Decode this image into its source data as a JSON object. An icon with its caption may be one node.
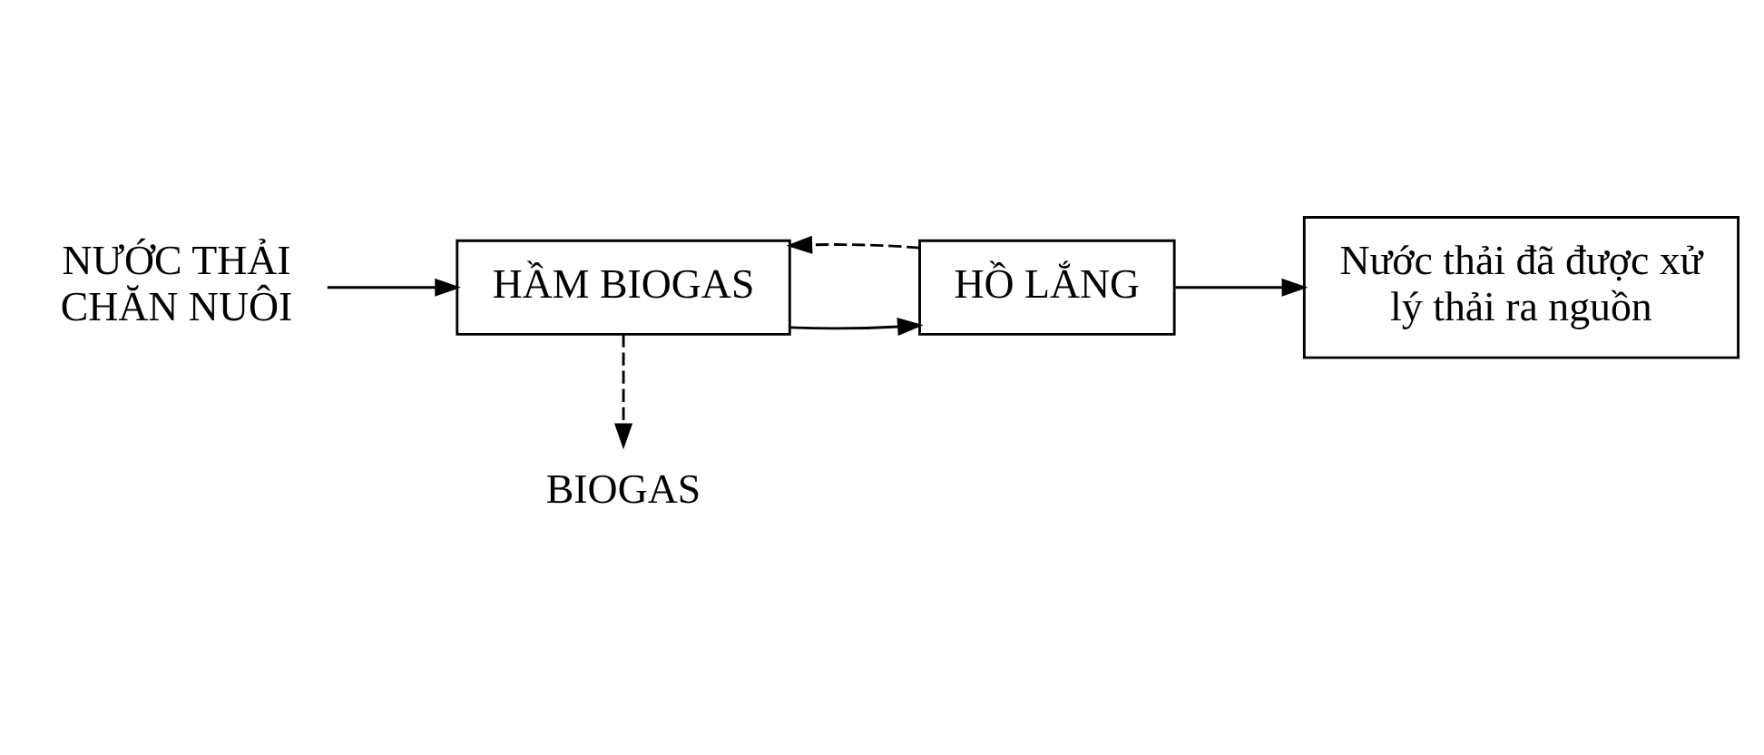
{
  "diagram": {
    "nodes": [
      {
        "text": [
          "NƯỚC THẢI CHĂN NUÔI"
        ]
      },
      {
        "text": [
          "HẦM BIOGAS"
        ]
      },
      {
        "text": [
          "BIOGAS"
        ]
      },
      {
        "text": [
          "HỒ LẮNG"
        ]
      },
      {
        "text": [
          "Nước thải đã được xử lý thải ra nguồn"
        ]
      }
    ],
    "edges": [
      {
        "from": 0,
        "to": 1,
        "arrow": "to"
      },
      {
        "from": 1,
        "to": 2,
        "arrow": "to",
        "style": "dashed"
      },
      {
        "from": 1,
        "to": 3,
        "arrow": "to"
      },
      {
        "from": 3,
        "to": 4,
        "arrow": "to"
      },
      {
        "from": 3,
        "to": 1,
        "arrow": "to",
        "style": "dashed"
      }
    ]
  }
}
